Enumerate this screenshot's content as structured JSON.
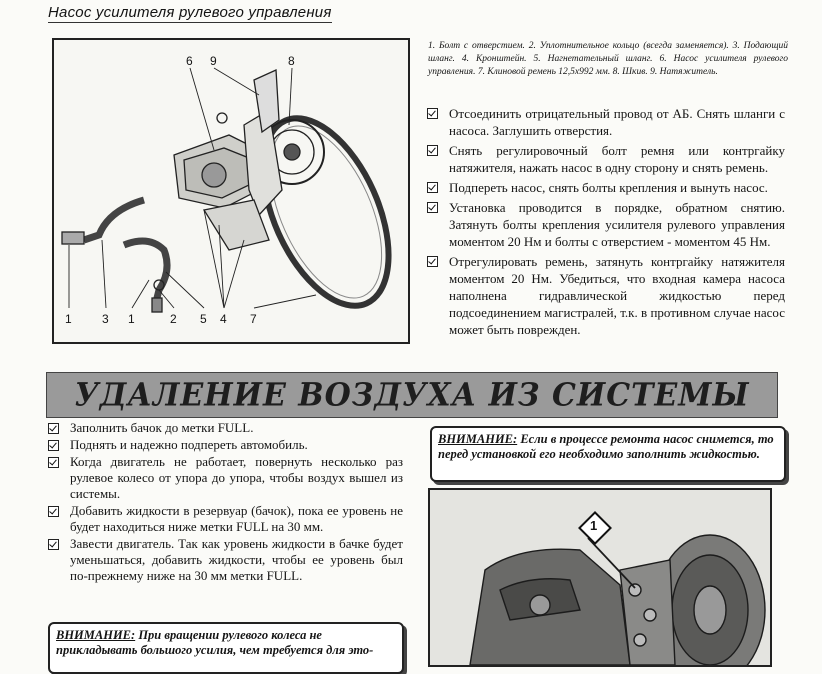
{
  "header": {
    "title": "Насос усилителя рулевого управления"
  },
  "figure": {
    "callouts_top": [
      "6",
      "9",
      "8"
    ],
    "callouts_bottom": [
      "1",
      "3",
      "1",
      "2",
      "5",
      "4",
      "7"
    ]
  },
  "caption": "1. Болт с отверстием. 2. Уплотнительное кольцо (всегда заменяется). 3. Подающий шланг. 4. Кронштейн. 5. Нагнетательный шланг. 6. Насос усилителя рулевого управления. 7. Клиновой ремень 12,5х992 мм. 8. Шкив. 9. Натяжитель.",
  "right_steps": [
    "Отсоединить отрицательный провод от АБ. Снять шланги с насоса. Заглушить отверстия.",
    "Снять регулировочный болт ремня или контргайку натяжителя, нажать насос в одну сторону и снять ремень.",
    "Подпереть насос, снять болты крепления и вынуть насос.",
    "Установка проводится в порядке, обратном снятию. Затянуть болты крепления усилителя рулевого управления моментом 20 Нм и болты с отверстием - моментом 45 Нм.",
    "Отрегулировать ремень, затянуть контргайку натяжителя моментом 20 Нм. Убедиться, что входная камера насоса наполнена гидравлической жидкостью перед подсоединением магистралей, т.к. в противном случае насос может быть поврежден."
  ],
  "banner": {
    "title": "УДАЛЕНИЕ ВОЗДУХА ИЗ СИСТЕМЫ"
  },
  "left_steps": [
    "Заполнить бачок до метки FULL.",
    "Поднять и надежно подпереть автомобиль.",
    "Когда двигатель не работает, повернуть несколько раз рулевое колесо от упора до упора, чтобы воздух вышел из системы.",
    "Добавить жидкости в резервуар (бачок), пока ее уровень не будет находиться ниже метки FULL на 30 мм.",
    "Завести двигатель. Так как уровень жидкости в бачке будет уменьшаться, добавить жидкости, чтобы ее уровень был по-прежнему ниже на 30 мм метки FULL."
  ],
  "warning_right": {
    "lead": "ВНИМАНИЕ:",
    "text": "Если в процессе ремонта насос снимется, то перед установкой его необходимо заполнить жидкостью."
  },
  "warning_left": {
    "lead": "ВНИМАНИЕ:",
    "text": "При вращении рулевого колеса не прикладывать большого усилия, чем требуется для это-"
  },
  "photo": {
    "callout": "1"
  }
}
